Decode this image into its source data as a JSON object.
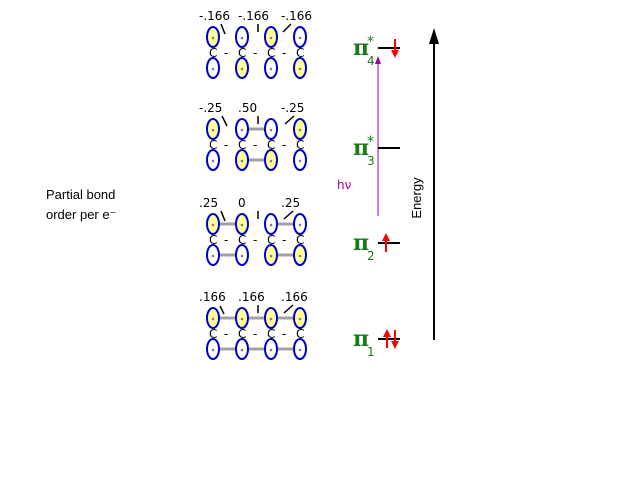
{
  "side_label": [
    "Partial bond",
    "order per e⁻"
  ],
  "energy_axis_label": "Energy",
  "photon_label": "hν",
  "chain_atom": "C",
  "chain_bond": "-",
  "orbitals": [
    {
      "id": "pi4",
      "symbol": "π",
      "subscript": "4",
      "superscript": "*",
      "electrons": "down",
      "bond_orders": [
        "-.166",
        "-.166",
        "-.166"
      ],
      "upper_lobe_yellow": [
        true,
        false,
        true,
        false
      ],
      "lower_lobe_yellow": [
        false,
        true,
        false,
        true
      ],
      "bonds_drawn": [
        false,
        false,
        false
      ]
    },
    {
      "id": "pi3",
      "symbol": "π",
      "subscript": "3",
      "superscript": "*",
      "electrons": "none",
      "bond_orders": [
        "-.25",
        ".50",
        "-.25"
      ],
      "upper_lobe_yellow": [
        true,
        false,
        false,
        true
      ],
      "lower_lobe_yellow": [
        false,
        true,
        true,
        false
      ],
      "bonds_drawn": [
        false,
        true,
        false
      ]
    },
    {
      "id": "pi2",
      "symbol": "π",
      "subscript": "2",
      "superscript": "",
      "electrons": "up",
      "bond_orders": [
        ".25",
        "0",
        ".25"
      ],
      "upper_lobe_yellow": [
        true,
        true,
        false,
        false
      ],
      "lower_lobe_yellow": [
        false,
        false,
        true,
        true
      ],
      "bonds_drawn": [
        true,
        false,
        true
      ]
    },
    {
      "id": "pi1",
      "symbol": "π",
      "subscript": "1",
      "superscript": "",
      "electrons": "pair",
      "bond_orders": [
        ".166",
        ".166",
        ".166"
      ],
      "upper_lobe_yellow": [
        true,
        true,
        true,
        true
      ],
      "lower_lobe_yellow": [
        false,
        false,
        false,
        false
      ],
      "bonds_drawn": [
        true,
        true,
        true
      ]
    }
  ],
  "colors": {
    "orbital_level": "#1a7a1a",
    "lobe_outline": "#0000cc",
    "lobe_fill": "#ffff99",
    "bond_line": "#a0a0a0",
    "electron_arrow": "#ff0000",
    "photon_arrow": "#a000a0"
  }
}
